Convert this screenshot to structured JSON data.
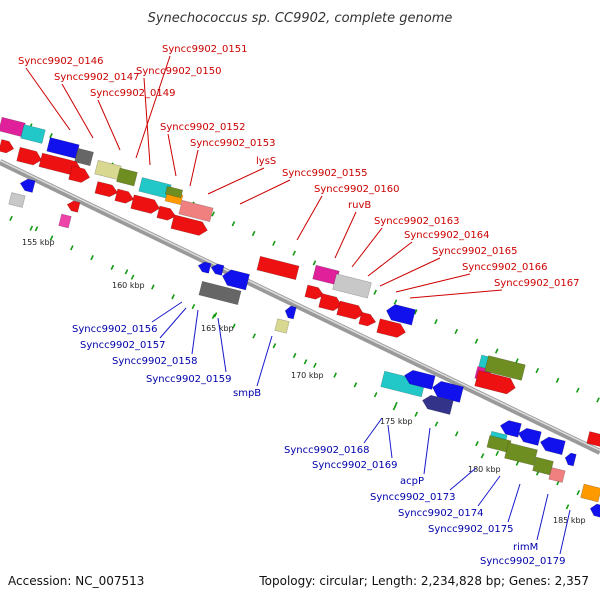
{
  "title": "Synechococcus sp. CC9902, complete genome",
  "footer": {
    "accession": "Accession: NC_007513",
    "topology": "Topology: circular; Length: 2,234,828 bp; Genes: 2,357"
  },
  "colors": {
    "forward_label": "#cc0000",
    "reverse_label": "#0000aa",
    "backbone": "#888888",
    "tick": "#119911",
    "gene_red": "#ee1111",
    "gene_blue": "#1111ee",
    "gene_gray": "#666666",
    "gene_lightgray": "#c8c8c8",
    "gene_magenta": "#e0209a",
    "gene_cyan": "#22c8c8",
    "gene_olive": "#6e8e22",
    "gene_khaki": "#d8d890",
    "gene_salmon": "#f08080",
    "gene_orange": "#ff9900",
    "gene_navy": "#33338a",
    "gene_pink": "#ee44aa"
  },
  "kbp_ticks": [
    "155 kbp",
    "160 kbp",
    "165 kbp",
    "170 kbp",
    "175 kbp",
    "180 kbp",
    "185 kbp"
  ],
  "forward_labels": [
    "Syncc9902_0146",
    "Syncc9902_0147",
    "Syncc9902_0149",
    "Syncc9902_0151",
    "Syncc9902_0150",
    "Syncc9902_0152",
    "Syncc9902_0153",
    "lysS",
    "Syncc9902_0155",
    "Syncc9902_0160",
    "ruvB",
    "Syncc9902_0163",
    "Syncc9902_0164",
    "Syncc9902_0165",
    "Syncc9902_0166",
    "Syncc9902_0167"
  ],
  "reverse_labels": [
    "Syncc9902_0156",
    "Syncc9902_0157",
    "Syncc9902_0158",
    "Syncc9902_0159",
    "smpB",
    "Syncc9902_0168",
    "Syncc9902_0169",
    "acpP",
    "Syncc9902_0173",
    "Syncc9902_0174",
    "Syncc9902_0175",
    "rimM",
    "Syncc9902_0179"
  ]
}
